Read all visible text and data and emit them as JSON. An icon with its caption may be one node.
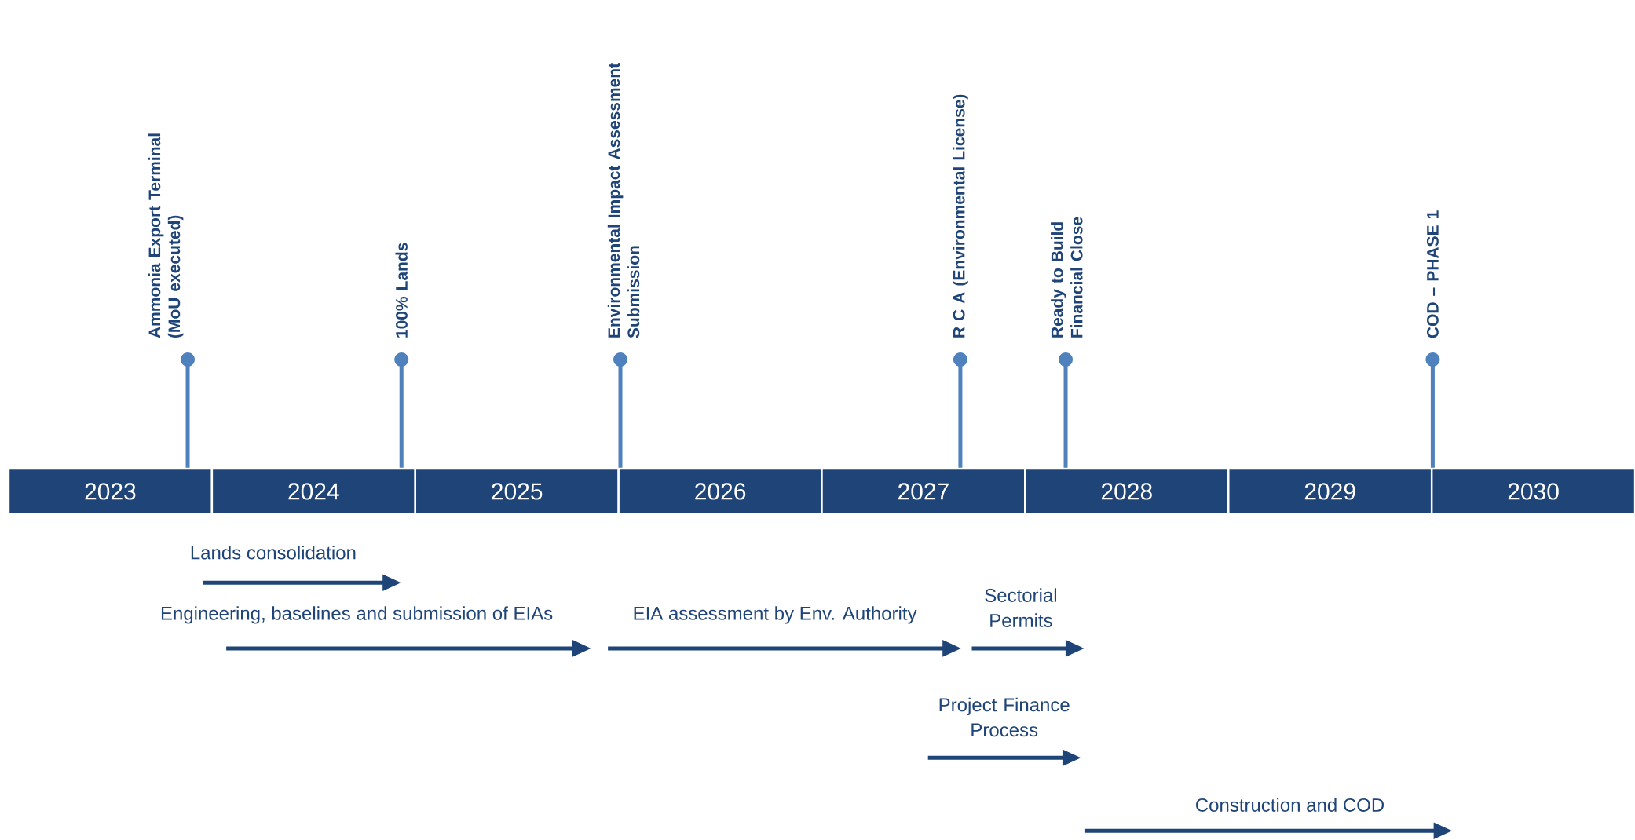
{
  "diagram": {
    "nodes": [
      {
        "text": [
          "2023"
        ]
      },
      {
        "text": [
          "2024"
        ]
      },
      {
        "text": [
          "2025"
        ]
      },
      {
        "text": [
          "2026"
        ]
      },
      {
        "text": [
          "2027"
        ]
      },
      {
        "text": [
          "2028"
        ]
      },
      {
        "text": [
          "2029"
        ]
      },
      {
        "text": [
          "2030"
        ]
      },
      {
        "text": [
          "Ammonia Export Terminal (MoU executed)"
        ]
      },
      {
        "text": [
          "100% Lands"
        ]
      },
      {
        "text": [
          "Environmental Impact Assessment Submission"
        ]
      },
      {
        "text": [
          "R C A (Environmental License)"
        ]
      },
      {
        "text": [
          "Ready to Build Financial Close"
        ]
      },
      {
        "text": [
          "COD – PHASE 1"
        ]
      }
    ],
    "edges": [
      {
        "from": 0,
        "to": 8,
        "arrow": "other"
      },
      {
        "from": 1,
        "to": 9,
        "arrow": "other"
      },
      {
        "from": 3,
        "to": 10,
        "arrow": "other"
      },
      {
        "from": 4,
        "to": 11,
        "arrow": "other"
      },
      {
        "from": 5,
        "to": 12,
        "arrow": "other"
      },
      {
        "from": 6,
        "to": 13,
        "arrow": "other"
      }
    ],
    "labels": [
      "Lands consolidation",
      "Engineering, baselines and submission of EIAs",
      "EIA assessment by Env. Authority",
      "Sectorial Permits",
      "Project Finance Process",
      "Construction and COD"
    ]
  }
}
